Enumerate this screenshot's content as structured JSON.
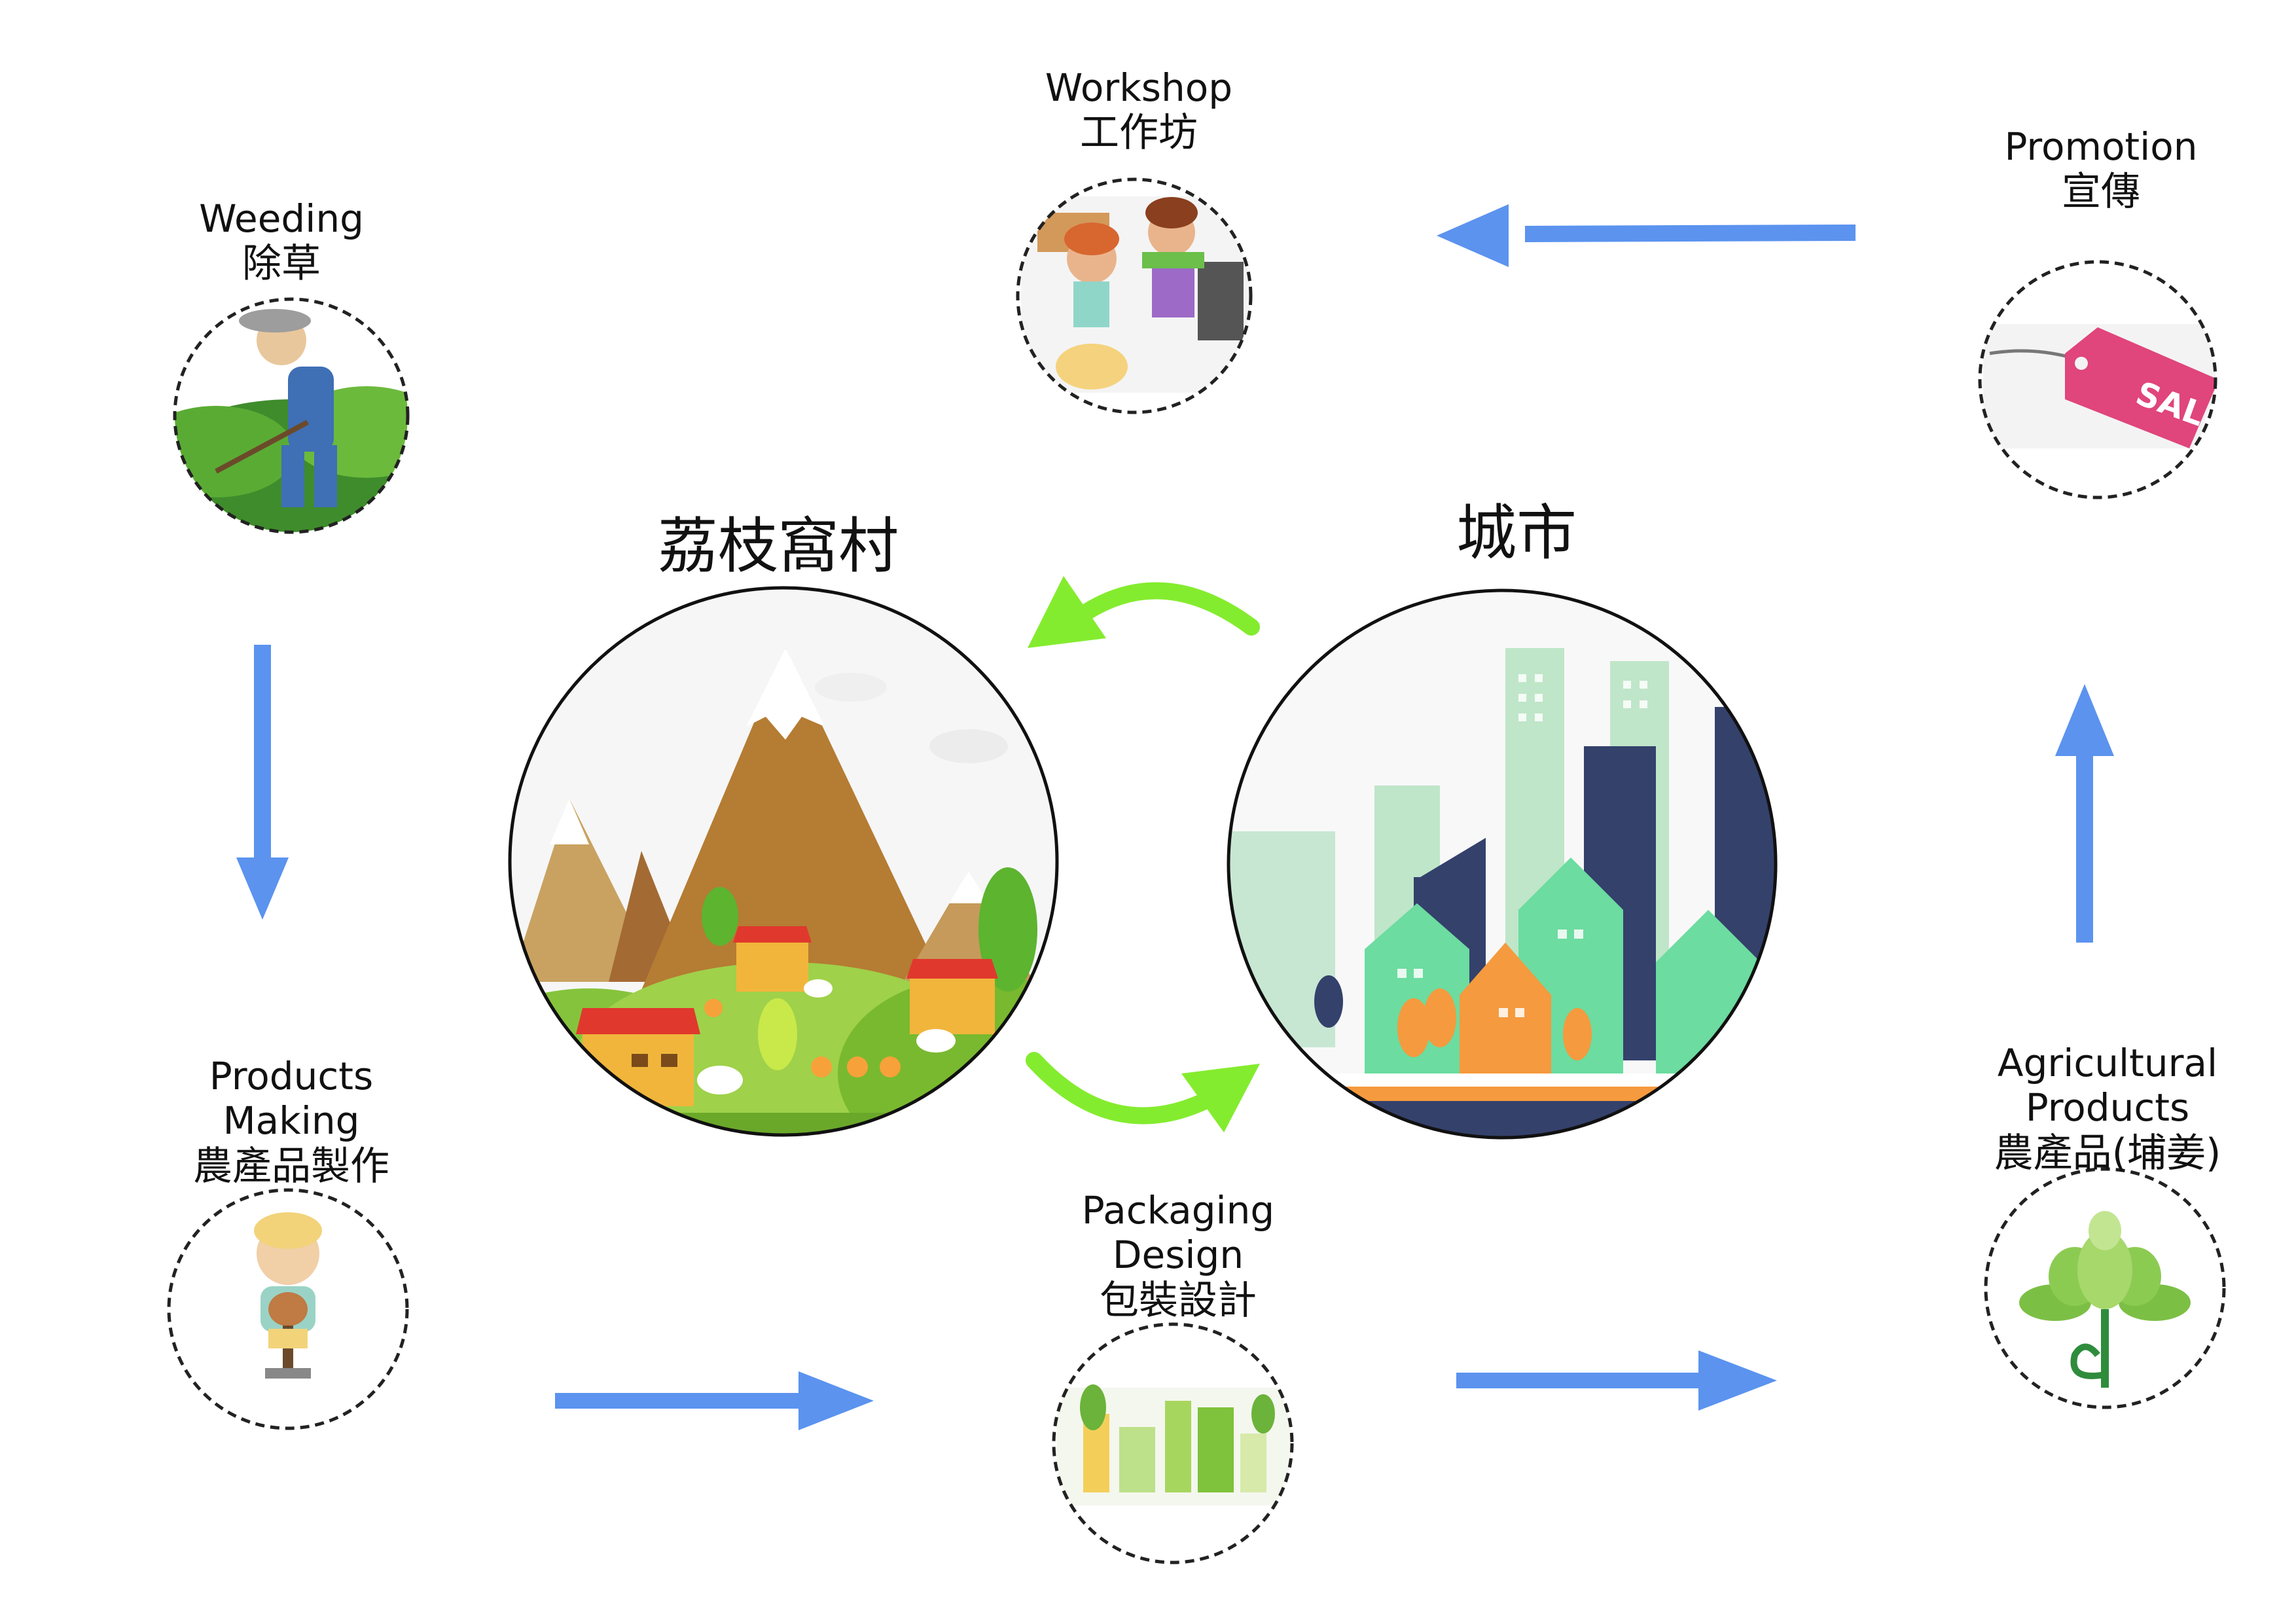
{
  "center": {
    "village": "荔枝窩村",
    "city": "城市"
  },
  "nodes": {
    "weeding": {
      "en": "Weeding",
      "zh": "除草",
      "icon": "farmer-weeding-icon"
    },
    "workshop": {
      "en": "Workshop",
      "zh": "工作坊",
      "icon": "kids-cooking-icon"
    },
    "promotion": {
      "en": "Promotion",
      "zh": "宣傳",
      "icon": "sale-tag-icon"
    },
    "products_making": {
      "en_line1": "Products",
      "en_line2": "Making",
      "zh": "農產品製作",
      "icon": "pottery-child-icon"
    },
    "packaging_design": {
      "en_line1": "Packaging",
      "en_line2": "Design",
      "zh": "包裝設計",
      "icon": "product-bottles-icon"
    },
    "agricultural_products": {
      "en_line1": "Agricultural",
      "en_line2": "Products",
      "zh": "農產品(埔姜)",
      "icon": "green-plant-icon"
    },
    "sale_tag_text": "SALE"
  },
  "colors": {
    "flow_arrow": "#5b93ef",
    "cycle_arrow": "#84ec2e",
    "node_border": "#222222"
  }
}
